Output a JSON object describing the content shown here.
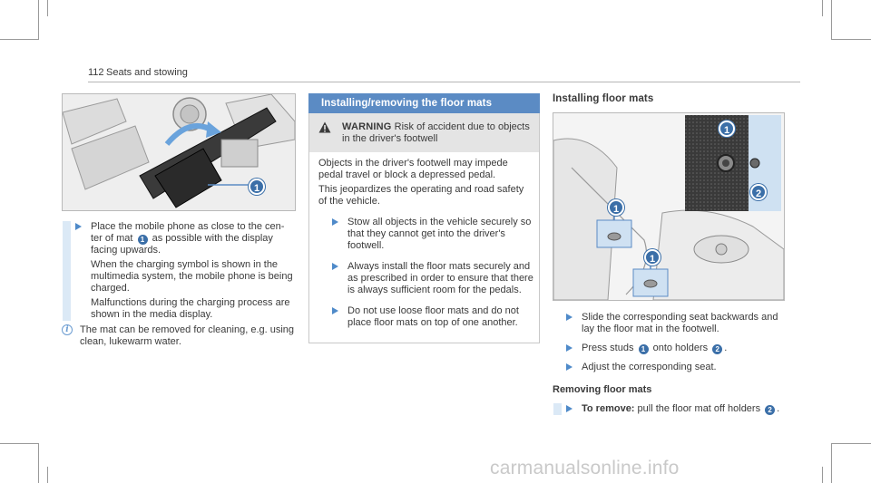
{
  "header": {
    "page_number": "112",
    "section_title": "Seats and stowing"
  },
  "col1": {
    "illustration_callouts": [
      "1"
    ],
    "step1_lines": [
      "Place the mobile phone as close to the cen-",
      "ter of mat",
      "as possible with the display",
      "facing upwards."
    ],
    "step1_badge": "1",
    "step1_p2": "When the charging symbol is shown in the multimedia system, the mobile phone is being charged.",
    "step1_p3": "Malfunctions during the charging process are shown in the media display.",
    "note_icon": "i",
    "note_text": "The mat can be removed for cleaning, e.g. using clean, lukewarm water."
  },
  "col2": {
    "section_title": "Installing/removing the floor mats",
    "warning_label": "WARNING",
    "warning_title": "Risk of accident due to objects in the driver's footwell",
    "warning_p1": "Objects in the driver's footwell may impede pedal travel or block a depressed pedal.",
    "warning_p2": "This jeopardizes the operating and road safety of the vehicle.",
    "steps": [
      "Stow all objects in the vehicle securely so that they cannot get into the driver's footwell.",
      "Always install the floor mats securely and as prescribed in order to ensure that there is always sufficient room for the pedals.",
      "Do not use loose floor mats and do not place floor mats on top of one another."
    ]
  },
  "col3": {
    "heading": "Installing floor mats",
    "illustration_callouts": [
      "1",
      "2",
      "1",
      "1"
    ],
    "step1": "Slide the corresponding seat backwards and lay the floor mat in the footwell.",
    "step2_pre": "Press studs",
    "step2_badge1": "1",
    "step2_mid": "onto holders",
    "step2_badge2": "2",
    "step2_post": ".",
    "step3": "Adjust the corresponding seat.",
    "subheading": "Removing floor mats",
    "step4_bold": "To remove:",
    "step4_text": "pull the floor mat off holders",
    "step4_badge": "2",
    "step4_post": "."
  },
  "watermark": "carmanualsonline.info",
  "colors": {
    "accent_blue": "#5b8bc4",
    "badge_blue": "#3b6fa8",
    "step_bar": "#dbe9f6",
    "warning_bg": "#e4e4e4"
  }
}
